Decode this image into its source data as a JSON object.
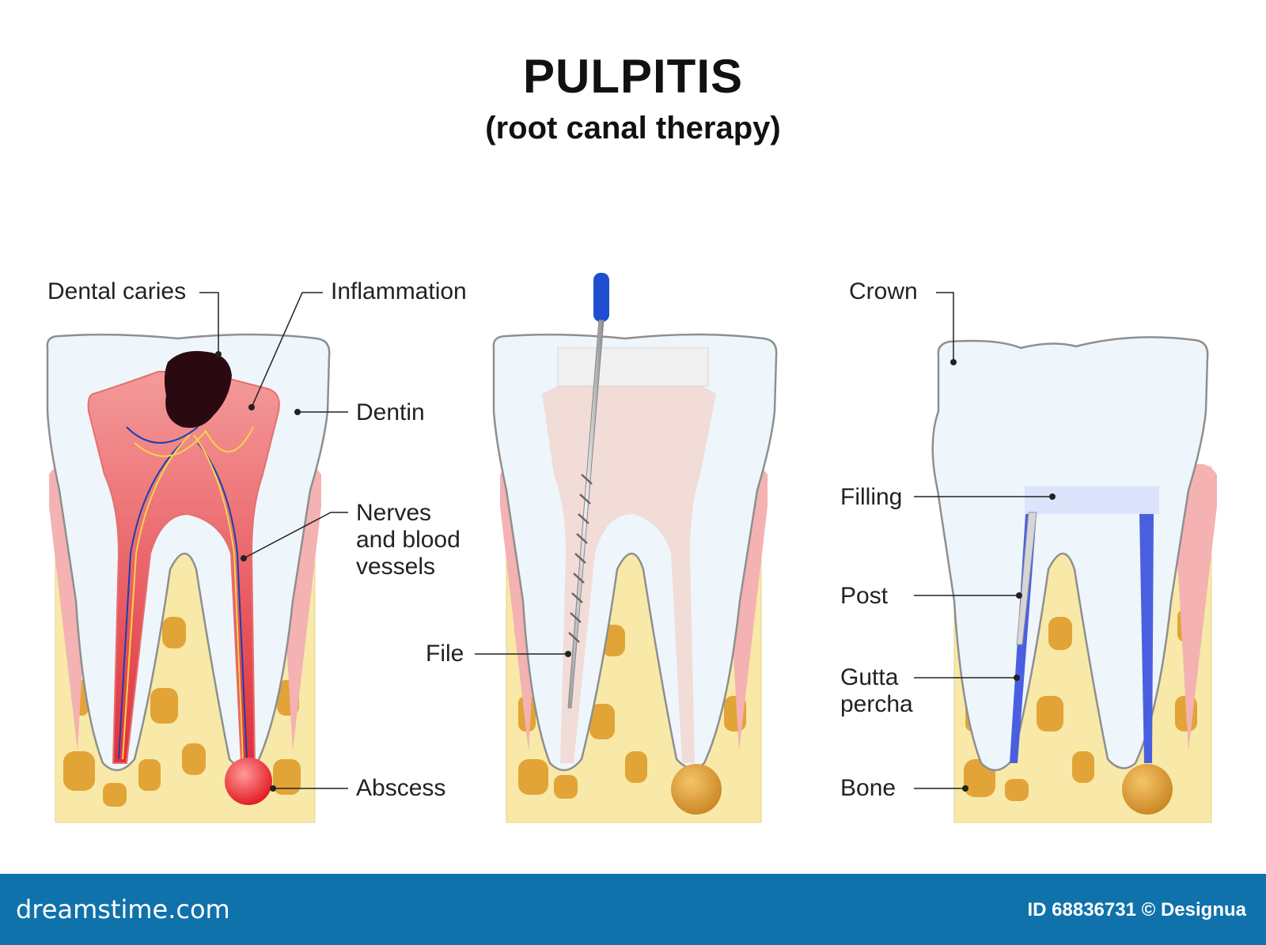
{
  "title": "PULPITIS",
  "subtitle": "(root canal therapy)",
  "labels": {
    "dental_caries": "Dental caries",
    "inflammation": "Inflammation",
    "dentin": "Dentin",
    "nerves": [
      "Nerves",
      "and blood",
      "vessels"
    ],
    "abscess": "Abscess",
    "file": "File",
    "crown": "Crown",
    "filling": "Filling",
    "post": "Post",
    "gutta_percha": [
      "Gutta",
      "percha"
    ],
    "bone": "Bone"
  },
  "footer": {
    "brand": "dreamstime.com",
    "id_text": "ID 68836731 © Designua"
  },
  "colors": {
    "footer_bar": "#0f72ab",
    "bone": "#f8e9a8",
    "bone_spots": "#e2a437",
    "gum": "#f4b2b2",
    "pulp_inflamed": "#ea4a50",
    "caries": "#2a0a10",
    "gutta_percha": "#4a5fe0",
    "file_handle": "#1f4fd0"
  }
}
